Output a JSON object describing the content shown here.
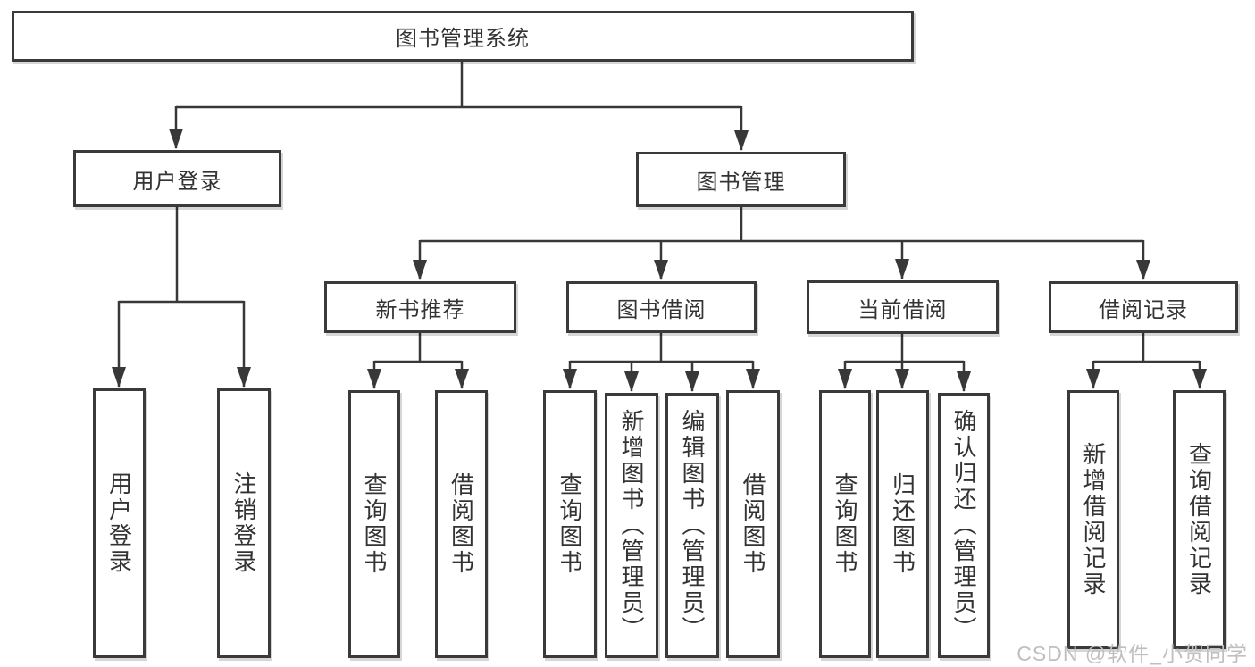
{
  "tree": {
    "root": {
      "label": "图书管理系统"
    },
    "branches": [
      {
        "label": "用户登录",
        "leaves": [
          {
            "label": "用户登录"
          },
          {
            "label": "注销登录"
          }
        ]
      },
      {
        "label": "图书管理",
        "groups": [
          {
            "label": "新书推荐",
            "leaves": [
              {
                "label": "查询图书"
              },
              {
                "label": "借阅图书"
              }
            ]
          },
          {
            "label": "图书借阅",
            "leaves": [
              {
                "label": "查询图书"
              },
              {
                "label": "新增图书（管理员）"
              },
              {
                "label": "编辑图书（管理员）"
              },
              {
                "label": "借阅图书"
              }
            ]
          },
          {
            "label": "当前借阅",
            "leaves": [
              {
                "label": "查询图书"
              },
              {
                "label": "归还图书"
              },
              {
                "label": "确认归还（管理员）"
              }
            ]
          },
          {
            "label": "借阅记录",
            "leaves": [
              {
                "label": "新增借阅记录"
              },
              {
                "label": "查询借阅记录"
              }
            ]
          }
        ]
      }
    ]
  },
  "watermark": {
    "text": "CSDN @软件_小贺同学"
  },
  "colors": {
    "line": "#383838",
    "box_border": "#3a3a3a",
    "box_fill": "#ffffff",
    "text": "#333333",
    "watermark": "#bfbfbf",
    "background": "#ffffff"
  }
}
